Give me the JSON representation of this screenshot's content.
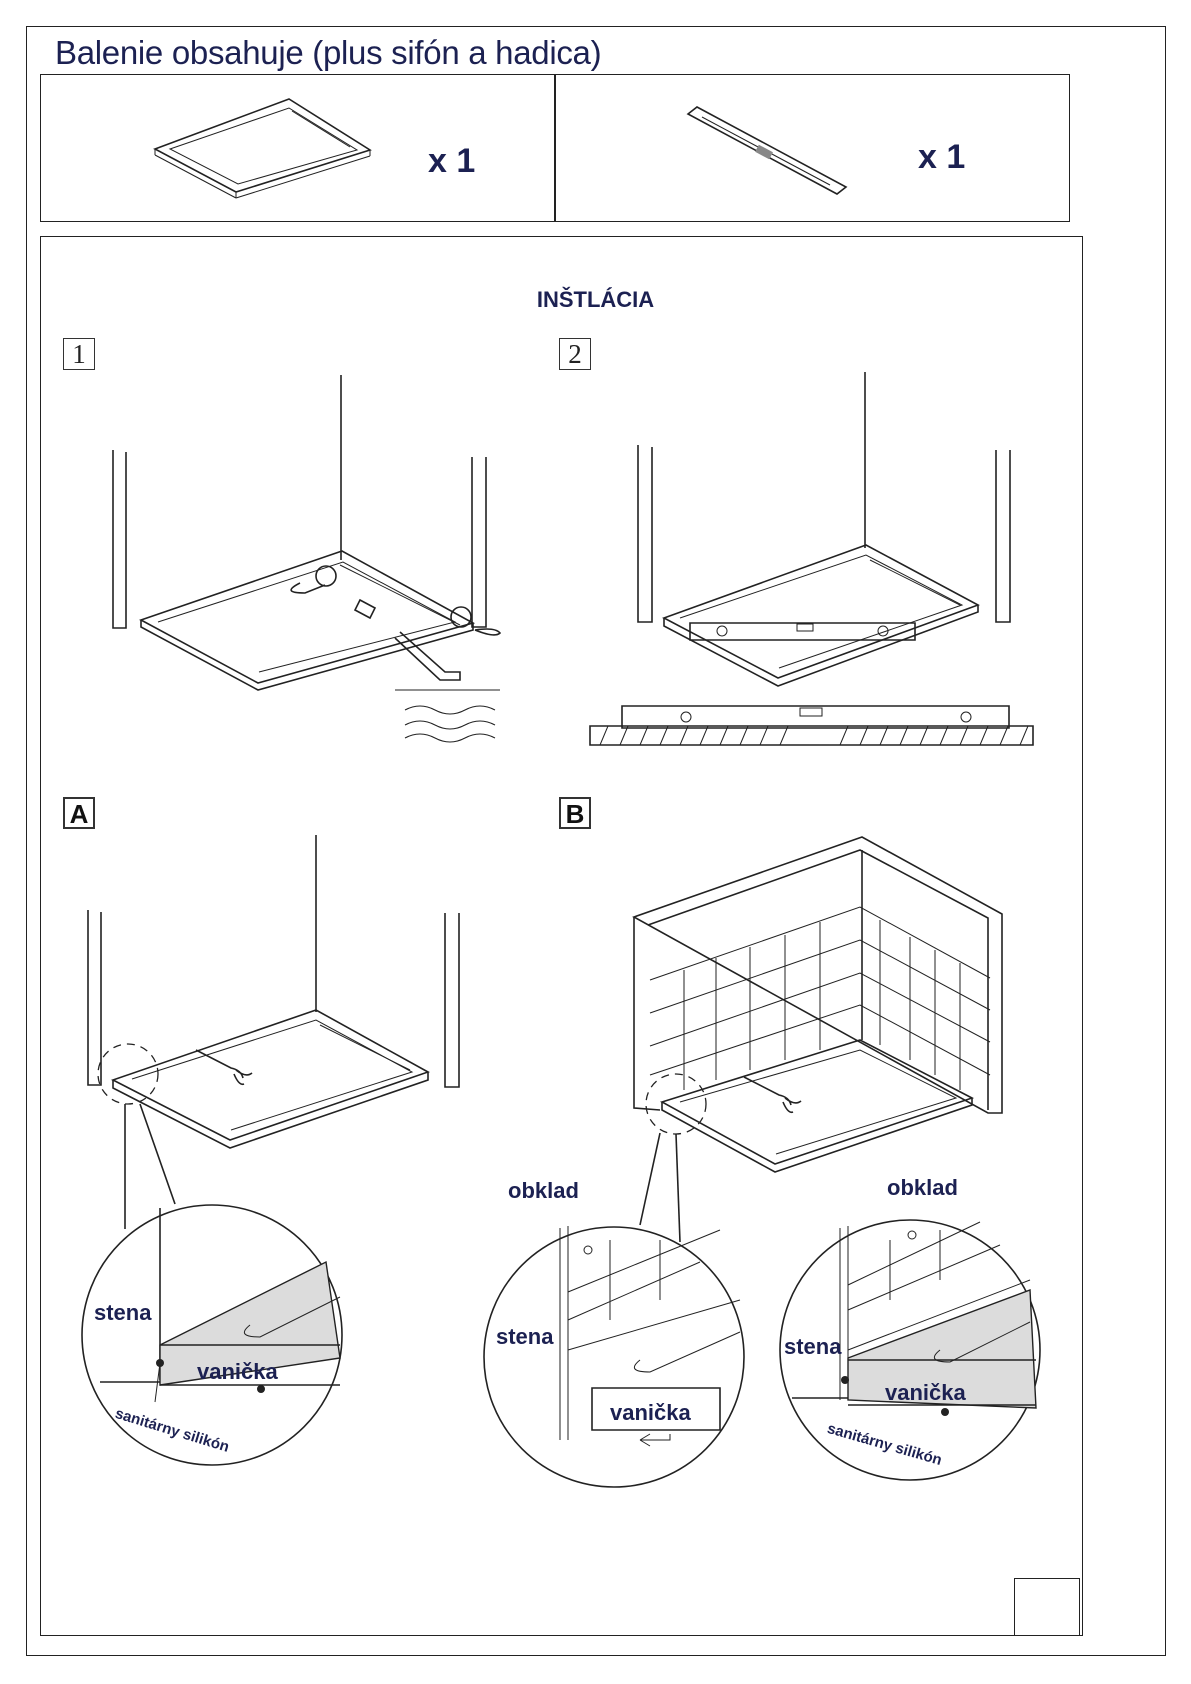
{
  "header": {
    "title": "Balenie obsahuje (plus sifón a hadica)"
  },
  "package": [
    {
      "item": "shower-tray",
      "qty": "x 1"
    },
    {
      "item": "drain-grate",
      "qty": "x 1"
    }
  ],
  "installation": {
    "heading": "INŠTLÁCIA",
    "steps": [
      {
        "label": "1"
      },
      {
        "label": "2"
      },
      {
        "label": "A"
      },
      {
        "label": "B"
      }
    ]
  },
  "labels": {
    "a_wall": "stena",
    "a_tray": "vanička",
    "a_silicone": "sanitárny silikón",
    "b_tiles_1": "obklad",
    "b_tiles_2": "obklad",
    "b_wall_1": "stena",
    "b_wall_2": "stena",
    "b_tray_1": "vanička",
    "b_tray_2": "vanička",
    "b_silicone": "sanitárny silikón"
  },
  "colors": {
    "text": "#1c2152",
    "line": "#222222",
    "fill_grey": "#dcdcdc"
  }
}
